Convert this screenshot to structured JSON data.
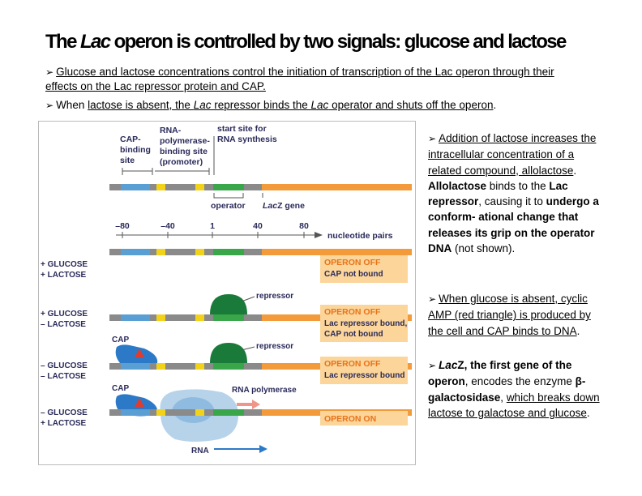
{
  "title": {
    "prefix": "The ",
    "italic": "Lac",
    "suffix": " operon is controlled by two signals: glucose and  lactose"
  },
  "bullets": {
    "b1": "Glucose and lactose concentrations control the initiation of transcription of the Lac operon through their effects on the Lac repressor protein and CAP.",
    "b2_parts": [
      "When ",
      "lactose is absent",
      ", the ",
      "Lac",
      " repressor binds the ",
      "Lac",
      " operator and shuts off the operon",
      "."
    ]
  },
  "side": {
    "s1_parts": [
      "Addition of lactose increases the intracellular concentration of a related compound, allolactose",
      ". ",
      "Allolactose",
      " binds to the ",
      "Lac repressor",
      ", causing it to ",
      "undergo a conform- ational change that releases its grip on the operator DNA",
      " (not shown)."
    ],
    "s2_parts": [
      "When glucose is absent, cyclic AMP (red triangle) is produced by the cell and CAP binds to DNA",
      "."
    ],
    "s3_parts": [
      "Lac",
      "Z",
      ", the first gene of the operon",
      ", encodes the enzyme ",
      "β-galactosidase",
      ", ",
      "which breaks down lactose to galactose and glucose",
      "."
    ]
  },
  "figure": {
    "labels": {
      "cap_site": [
        "CAP-",
        "binding",
        "site"
      ],
      "rna_pol_site": [
        "RNA-",
        "polymerase-",
        "binding site",
        "(promoter)"
      ],
      "start_site": [
        "start site for",
        "RNA synthesis"
      ],
      "operator": "operator",
      "lacz_prefix": "Lac",
      "lacz_suffix": "Z gene",
      "nucleotide_pairs": "nucleotide pairs",
      "repressor": "repressor",
      "cap": "CAP",
      "rna_polymerase": "RNA polymerase",
      "rna": "RNA"
    },
    "scale_ticks": [
      "–80",
      "–40",
      "1",
      "40",
      "80"
    ],
    "conditions": [
      {
        "glucose": "+ GLUCOSE",
        "lactose": "+ LACTOSE",
        "status": [
          "OPERON OFF",
          "CAP not bound"
        ]
      },
      {
        "glucose": "+ GLUCOSE",
        "lactose": "– LACTOSE",
        "status": [
          "OPERON OFF",
          "Lac repressor bound,",
          "CAP not bound"
        ]
      },
      {
        "glucose": "– GLUCOSE",
        "lactose": "– LACTOSE",
        "status": [
          "OPERON OFF",
          "Lac repressor bound"
        ]
      },
      {
        "glucose": "– GLUCOSE",
        "lactose": "+ LACTOSE",
        "status": [
          "OPERON ON"
        ]
      }
    ],
    "colors": {
      "dna_gray": "#8a8a8a",
      "cap_site": "#5a9fd4",
      "promoter_yellow": "#f2d31a",
      "operator_green": "#3aa64a",
      "lacz_orange": "#f39b3a",
      "status_box": "#fbd59a",
      "status_text": "#e8731a",
      "repressor": "#1a7a3a",
      "cap_protein": "#2c79c7",
      "rna_pol": "#b7d3ea",
      "arrow_red": "#f0958a",
      "label_text": "#2a2a5a"
    }
  }
}
